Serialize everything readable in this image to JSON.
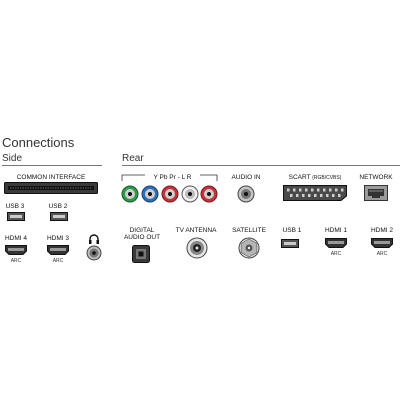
{
  "header": {
    "title": "Connections"
  },
  "sections": {
    "side": "Side",
    "rear": "Rear"
  },
  "side": {
    "common_interface": "COMMON INTERFACE",
    "usb3": "USB 3",
    "usb2": "USB 2",
    "hdmi4": "HDMI 4",
    "hdmi3": "HDMI 3",
    "arc_a": "ARC",
    "arc_b": "ARC"
  },
  "rear": {
    "component": "Y Pb Pr - L R",
    "audio_in": "AUDIO IN",
    "scart": "SCART",
    "scart_sub": "(RGB/CVBS)",
    "network": "NETWORK",
    "digital_audio_out_1": "DIGITAL",
    "digital_audio_out_2": "AUDIO OUT",
    "tv_antenna": "TV ANTENNA",
    "satellite": "SATELLITE",
    "usb1": "USB 1",
    "hdmi1": "HDMI 1",
    "hdmi2": "HDMI 2",
    "arc_c": "ARC",
    "arc_d": "ARC"
  },
  "colors": {
    "green": "#2e9a4a",
    "blue": "#2f6fb6",
    "red": "#c8323a",
    "white": "#f2f2f2"
  }
}
